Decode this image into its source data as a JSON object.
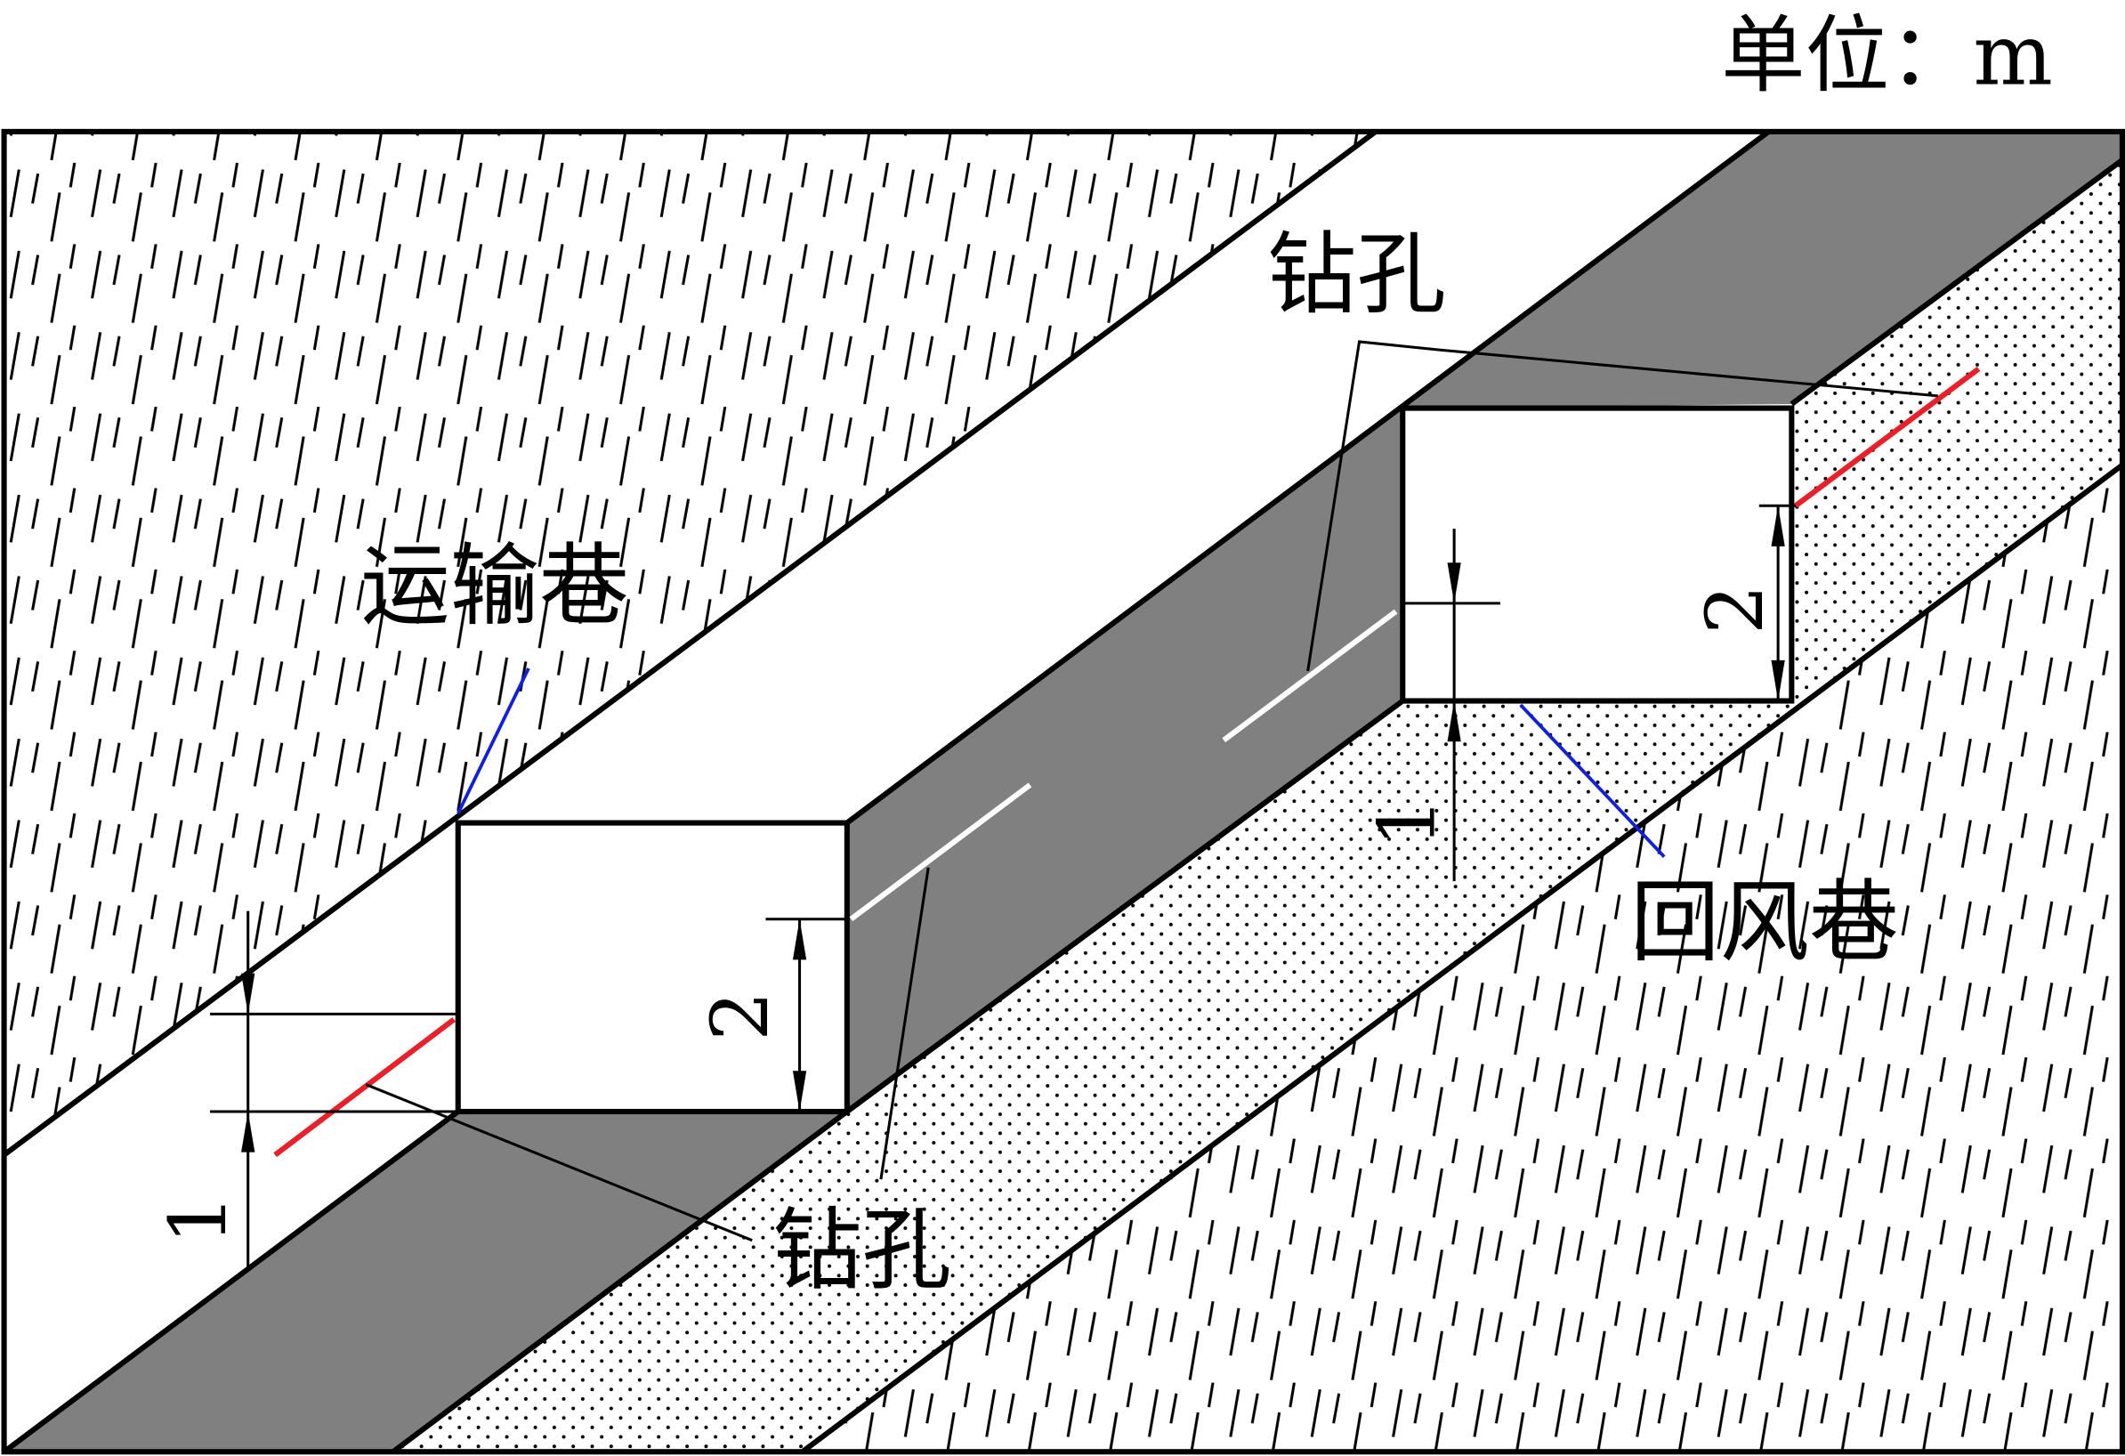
{
  "unit_label": "单位：m",
  "labels": {
    "transport_roadway": "运输巷",
    "return_air_roadway": "回风巷",
    "borehole_top": "钻孔",
    "borehole_bottom": "钻孔"
  },
  "dimensions": {
    "left_offset": "1",
    "left_height": "2",
    "right_offset": "1",
    "right_height": "2"
  },
  "colors": {
    "coal_face": "#808080",
    "borehole_red": "#e8202a",
    "leader_blue": "#1020e0",
    "borehole_trace": "#ffffff"
  }
}
